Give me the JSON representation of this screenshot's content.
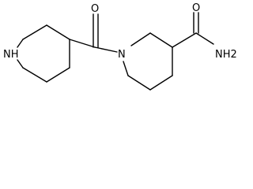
{
  "molecule": {
    "atoms": {
      "carbonyl_oxygen": "O",
      "amide_oxygen": "O",
      "ring_nitrogen_left": "NH",
      "ring_nitrogen_right": "N",
      "amide_nitrogen": "NH2"
    }
  }
}
